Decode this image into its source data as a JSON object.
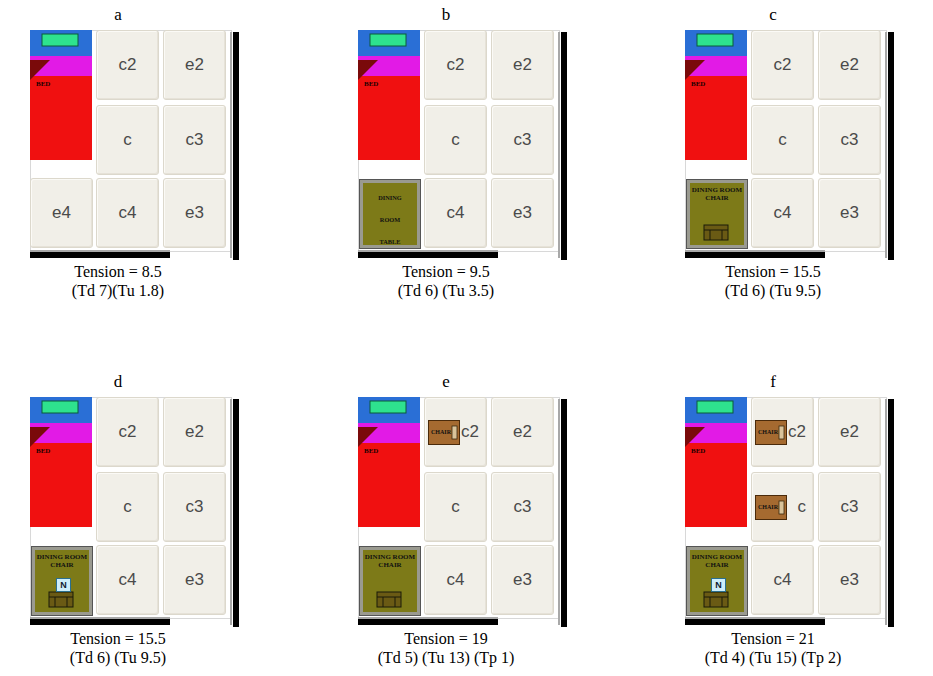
{
  "diagram": {
    "nodes": [
      {
        "text": [
          "a",
          "Tension = 8.5",
          "(Td 7)(Tu 1.8)"
        ]
      },
      {
        "text": [
          "BED"
        ],
        "in": 0
      },
      {
        "text": [
          "c2"
        ],
        "in": 0
      },
      {
        "text": [
          "e2"
        ],
        "in": 0
      },
      {
        "text": [
          "c"
        ],
        "in": 0
      },
      {
        "text": [
          "c3"
        ],
        "in": 0
      },
      {
        "text": [
          "e4"
        ],
        "in": 0
      },
      {
        "text": [
          "c4"
        ],
        "in": 0
      },
      {
        "text": [
          "e3"
        ],
        "in": 0
      },
      {
        "text": [
          "b",
          "Tension = 9.5",
          "(Td 6) (Tu 3.5)"
        ]
      },
      {
        "text": [
          "BED"
        ],
        "in": 9
      },
      {
        "text": [
          "c2"
        ],
        "in": 9
      },
      {
        "text": [
          "e2"
        ],
        "in": 9
      },
      {
        "text": [
          "c"
        ],
        "in": 9
      },
      {
        "text": [
          "c3"
        ],
        "in": 9
      },
      {
        "text": [
          "DINING ROOM TABLE"
        ],
        "in": 9
      },
      {
        "text": [
          "c4"
        ],
        "in": 9
      },
      {
        "text": [
          "e3"
        ],
        "in": 9
      },
      {
        "text": [
          "c",
          "Tension = 15.5",
          "(Td 6) (Tu 9.5)"
        ]
      },
      {
        "text": [
          "BED"
        ],
        "in": 18
      },
      {
        "text": [
          "c2"
        ],
        "in": 18
      },
      {
        "text": [
          "e2"
        ],
        "in": 18
      },
      {
        "text": [
          "c"
        ],
        "in": 18
      },
      {
        "text": [
          "c3"
        ],
        "in": 18
      },
      {
        "text": [
          "DINING ROOM CHAIR"
        ],
        "in": 18
      },
      {
        "text": [
          "c4"
        ],
        "in": 18
      },
      {
        "text": [
          "e3"
        ],
        "in": 18
      },
      {
        "text": [
          "d",
          "Tension = 15.5",
          "(Td 6) (Tu 9.5)"
        ]
      },
      {
        "text": [
          "BED"
        ],
        "in": 27
      },
      {
        "text": [
          "c2"
        ],
        "in": 27
      },
      {
        "text": [
          "e2"
        ],
        "in": 27
      },
      {
        "text": [
          "c"
        ],
        "in": 27
      },
      {
        "text": [
          "c3"
        ],
        "in": 27
      },
      {
        "text": [
          "DINING ROOM CHAIR"
        ],
        "in": 27
      },
      {
        "text": [
          "N"
        ],
        "in": 33
      },
      {
        "text": [
          "c4"
        ],
        "in": 27
      },
      {
        "text": [
          "e3"
        ],
        "in": 27
      },
      {
        "text": [
          "e",
          "Tension = 19",
          "(Td 5) (Tu 13) (Tp 1)"
        ]
      },
      {
        "text": [
          "BED"
        ],
        "in": 37
      },
      {
        "text": [
          "c2"
        ],
        "in": 37
      },
      {
        "text": [
          "CHAIR"
        ],
        "in": 39
      },
      {
        "text": [
          "e2"
        ],
        "in": 37
      },
      {
        "text": [
          "c"
        ],
        "in": 37
      },
      {
        "text": [
          "c3"
        ],
        "in": 37
      },
      {
        "text": [
          "DINING ROOM CHAIR"
        ],
        "in": 37
      },
      {
        "text": [
          "c4"
        ],
        "in": 37
      },
      {
        "text": [
          "e3"
        ],
        "in": 37
      },
      {
        "text": [
          "f",
          "Tension = 21",
          "(Td 4) (Tu 15) (Tp 2)"
        ]
      },
      {
        "text": [
          "BED"
        ],
        "in": 47
      },
      {
        "text": [
          "c2"
        ],
        "in": 47
      },
      {
        "text": [
          "CHAIR"
        ],
        "in": 49
      },
      {
        "text": [
          "e2"
        ],
        "in": 47
      },
      {
        "text": [
          "c"
        ],
        "in": 47
      },
      {
        "text": [
          "CHAIR"
        ],
        "in": 52
      },
      {
        "text": [
          "c3"
        ],
        "in": 47
      },
      {
        "text": [
          "DINING ROOM CHAIR"
        ],
        "in": 47
      },
      {
        "text": [
          "N"
        ],
        "in": 55
      },
      {
        "text": [
          "c4"
        ],
        "in": 47
      },
      {
        "text": [
          "e3"
        ],
        "in": 47
      }
    ]
  }
}
